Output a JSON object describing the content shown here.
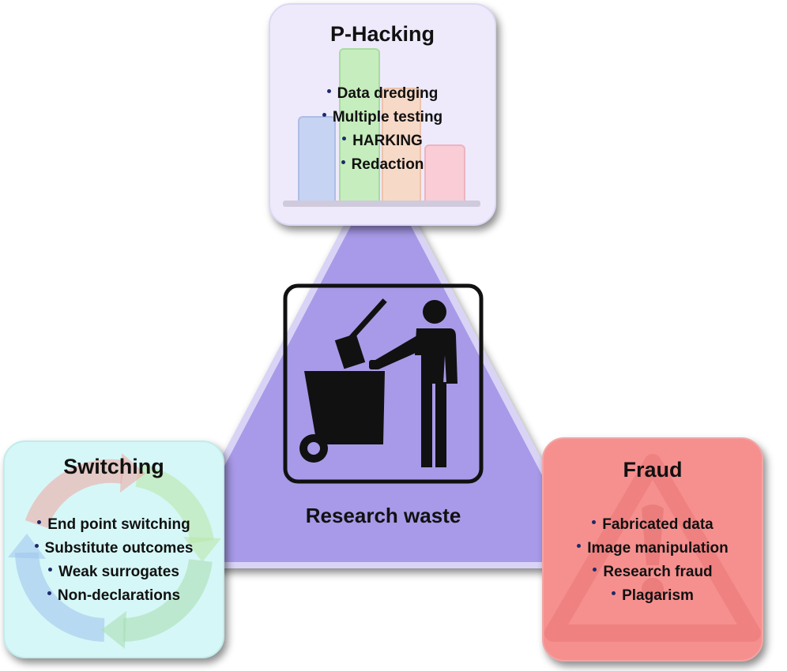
{
  "center": {
    "label": "Research waste",
    "icon": "person-throwing-trash-icon"
  },
  "phacking": {
    "title": "P-Hacking",
    "icon": "bar-chart-icon",
    "items": [
      "Data dredging",
      "Multiple testing",
      "HARKING",
      "Redaction"
    ]
  },
  "switching": {
    "title": "Switching",
    "icon": "cycle-arrows-icon",
    "items": [
      "End point switching",
      "Substitute outcomes",
      "Weak surrogates",
      "Non-declarations"
    ]
  },
  "fraud": {
    "title": "Fraud",
    "icon": "warning-triangle-icon",
    "items": [
      "Fabricated data",
      "Image manipulation",
      "Research fraud",
      "Plagarism"
    ]
  },
  "colors": {
    "triangle": "#a89ae8",
    "triangle_edge": "#d9d4f6",
    "phacking_bg": "#eeeafc",
    "switching_bg": "#d6f7f7",
    "fraud_bg": "#f6908f"
  }
}
